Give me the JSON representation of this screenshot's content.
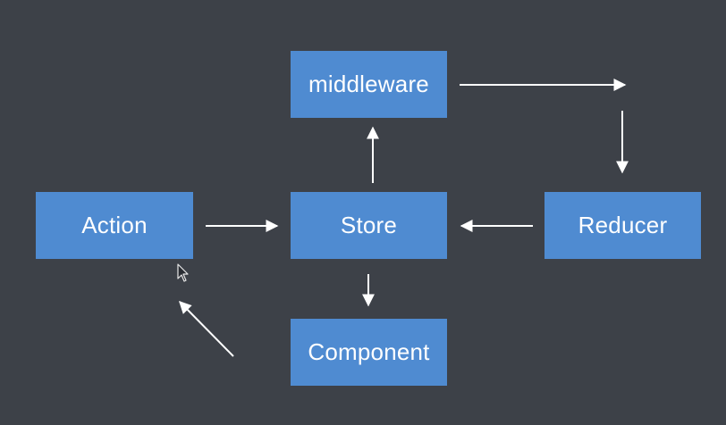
{
  "diagram": {
    "nodes": {
      "action": "Action",
      "store": "Store",
      "middleware": "middleware",
      "reducer": "Reducer",
      "component": "Component"
    }
  },
  "colors": {
    "background": "#3d4148",
    "node_fill": "#4f8bd1",
    "node_text": "#ffffff",
    "arrow": "#ffffff"
  },
  "icons": {
    "cursor": "mouse-pointer-icon"
  }
}
